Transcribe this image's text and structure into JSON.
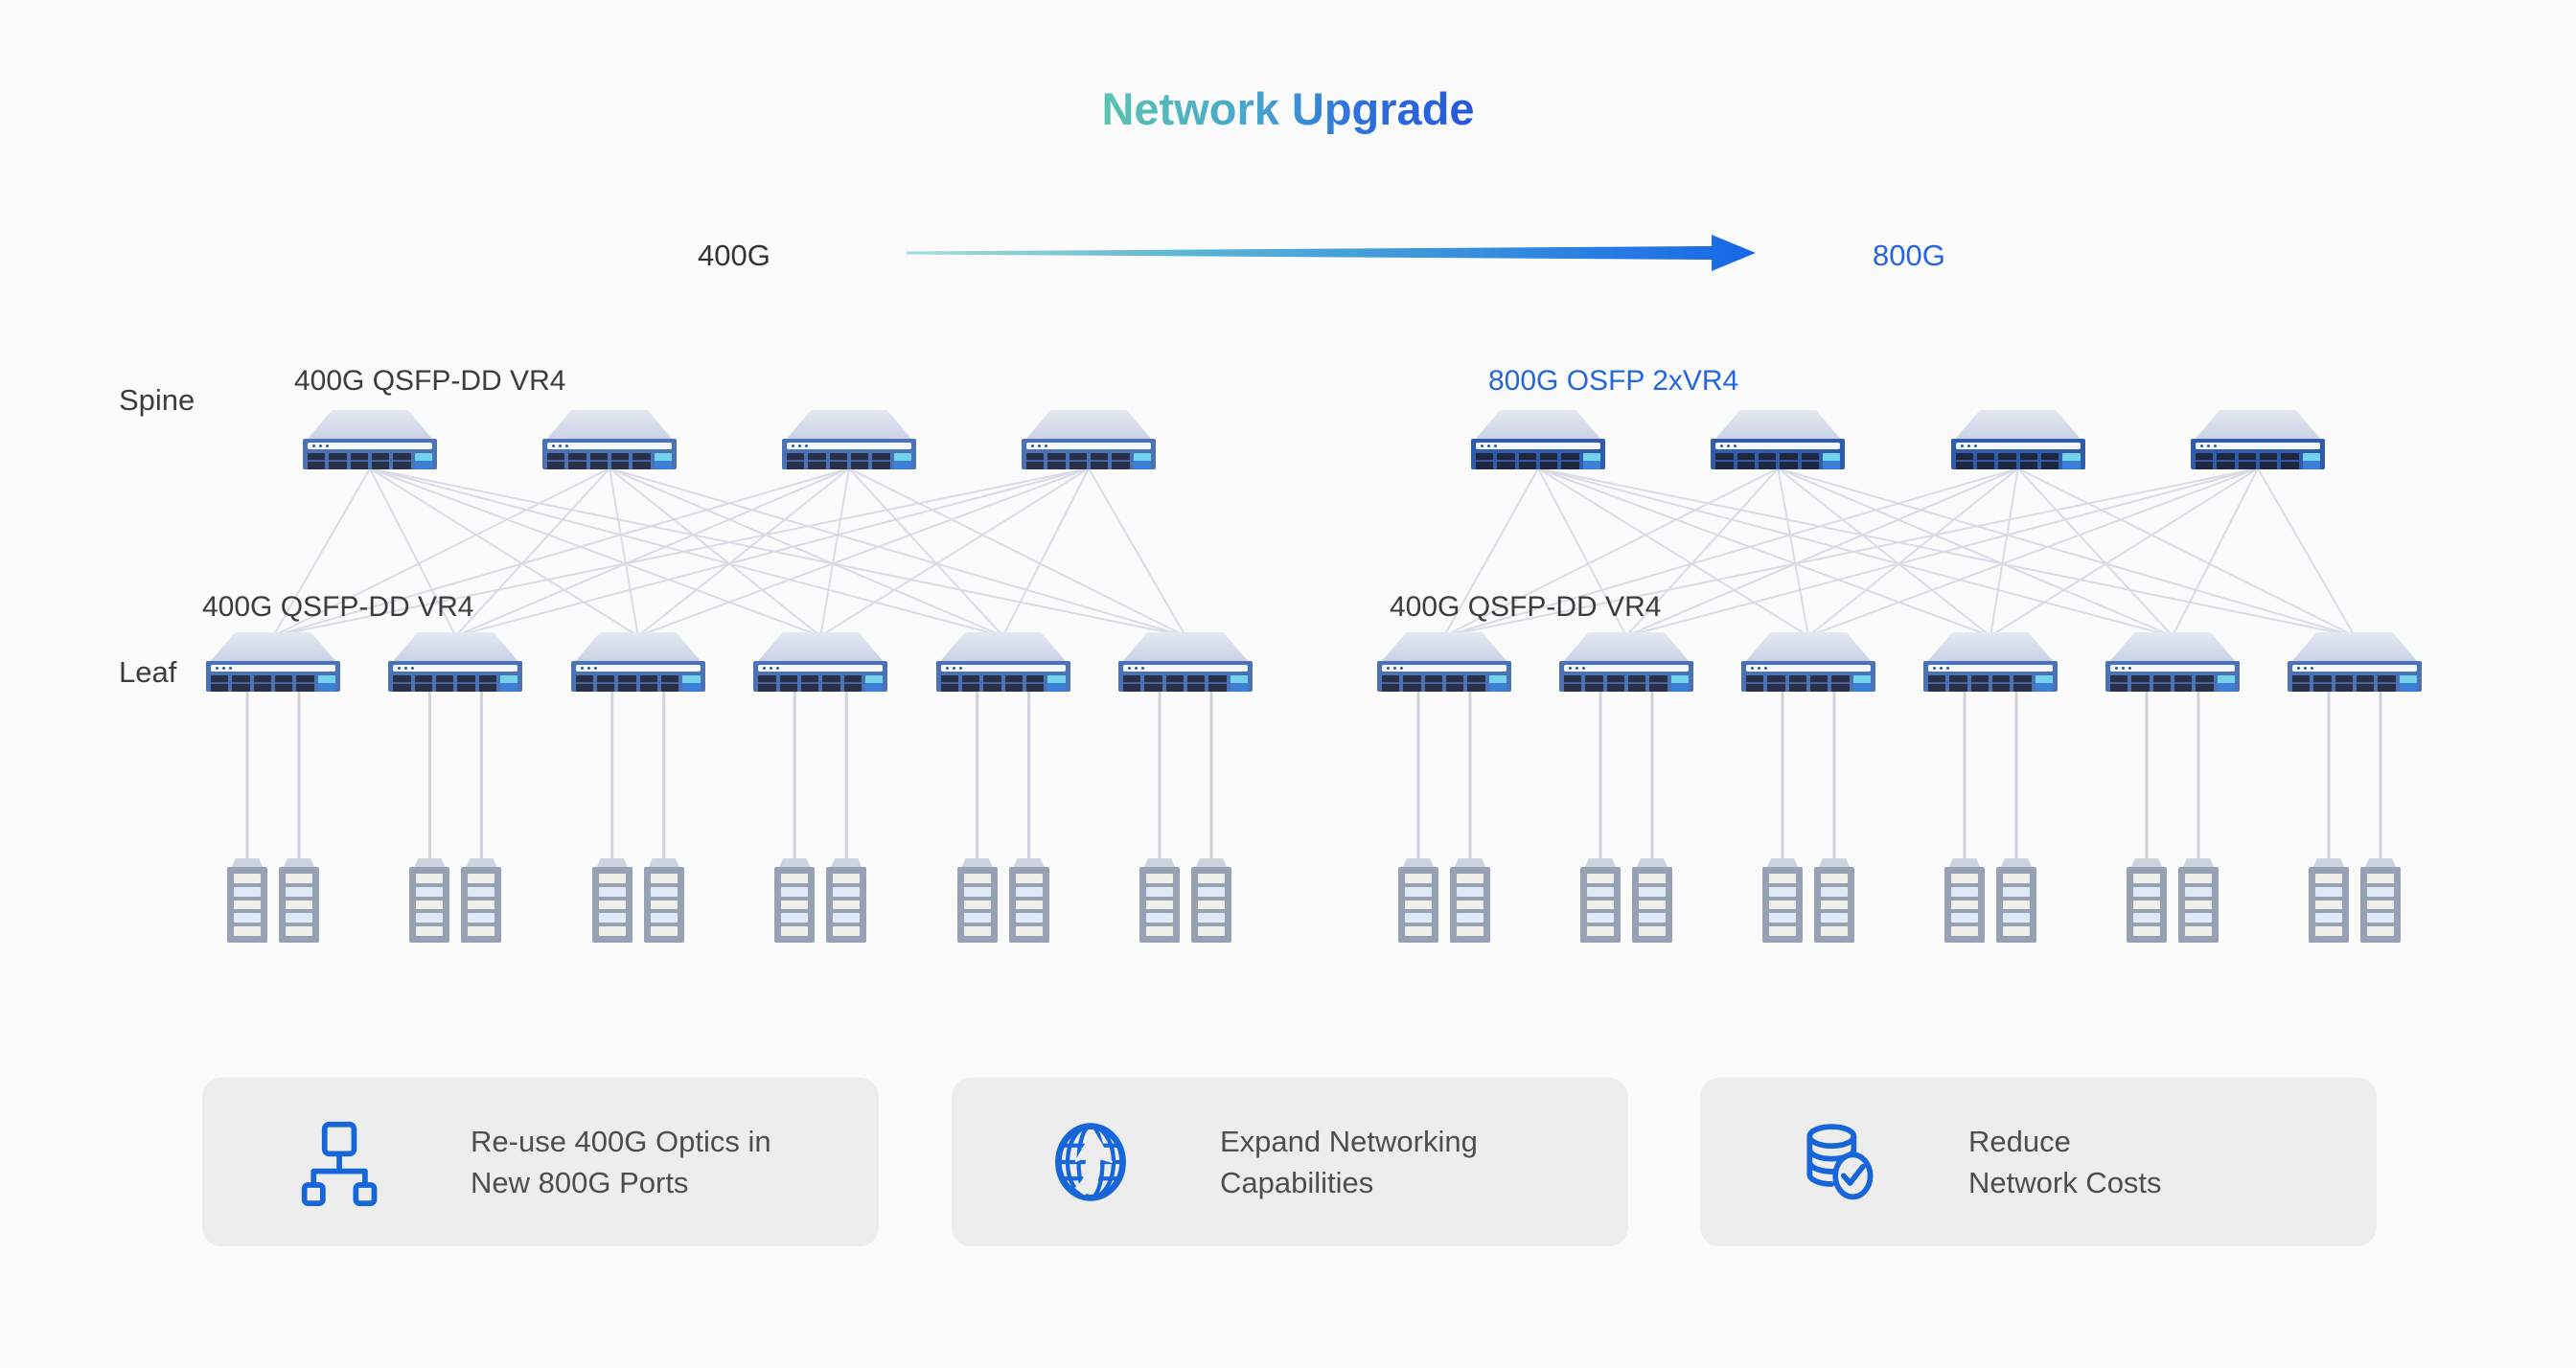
{
  "title": {
    "part1": "Network",
    "part2": "Upgrade"
  },
  "upgrade_arrow": {
    "from_label": "400G",
    "to_label": "800G"
  },
  "row_labels": {
    "spine": "Spine",
    "leaf": "Leaf"
  },
  "topologies": [
    {
      "id": "left",
      "spine_label": "400G QSFP-DD VR4",
      "leaf_label": "400G QSFP-DD VR4",
      "spine_count": 4,
      "leaf_count": 6,
      "servers_per_leaf": 2,
      "spine_variant": "400g"
    },
    {
      "id": "right",
      "spine_label": "800G OSFP 2xVR4",
      "leaf_label": "400G QSFP-DD VR4",
      "spine_count": 4,
      "leaf_count": 6,
      "servers_per_leaf": 2,
      "spine_variant": "800g"
    }
  ],
  "cards": [
    {
      "icon": "sitemap-icon",
      "lines": [
        "Re-use 400G Optics in",
        "New 800G Ports"
      ]
    },
    {
      "icon": "globe-arrow-icon",
      "lines": [
        "Expand Networking",
        "Capabilities"
      ]
    },
    {
      "icon": "database-check-icon",
      "lines": [
        "Reduce",
        "Network Costs"
      ]
    }
  ],
  "colors": {
    "background": "#FBFBFC",
    "title_gradient_start": "#5AC4AF",
    "title_gradient_end": "#2457DC",
    "accent_blue": "#2566DE",
    "icon_blue": "#1766D9",
    "switch_face": "#4A72B4",
    "switch_face_800g": "#2F5CAB",
    "uplink_port_cyan": "#73D3EA",
    "mesh_line": "#D9DCE5",
    "server_frame": "#96A1B4",
    "card_background": "#EDEDEE",
    "text_dark": "#333333",
    "card_text": "#4E4E4E"
  }
}
